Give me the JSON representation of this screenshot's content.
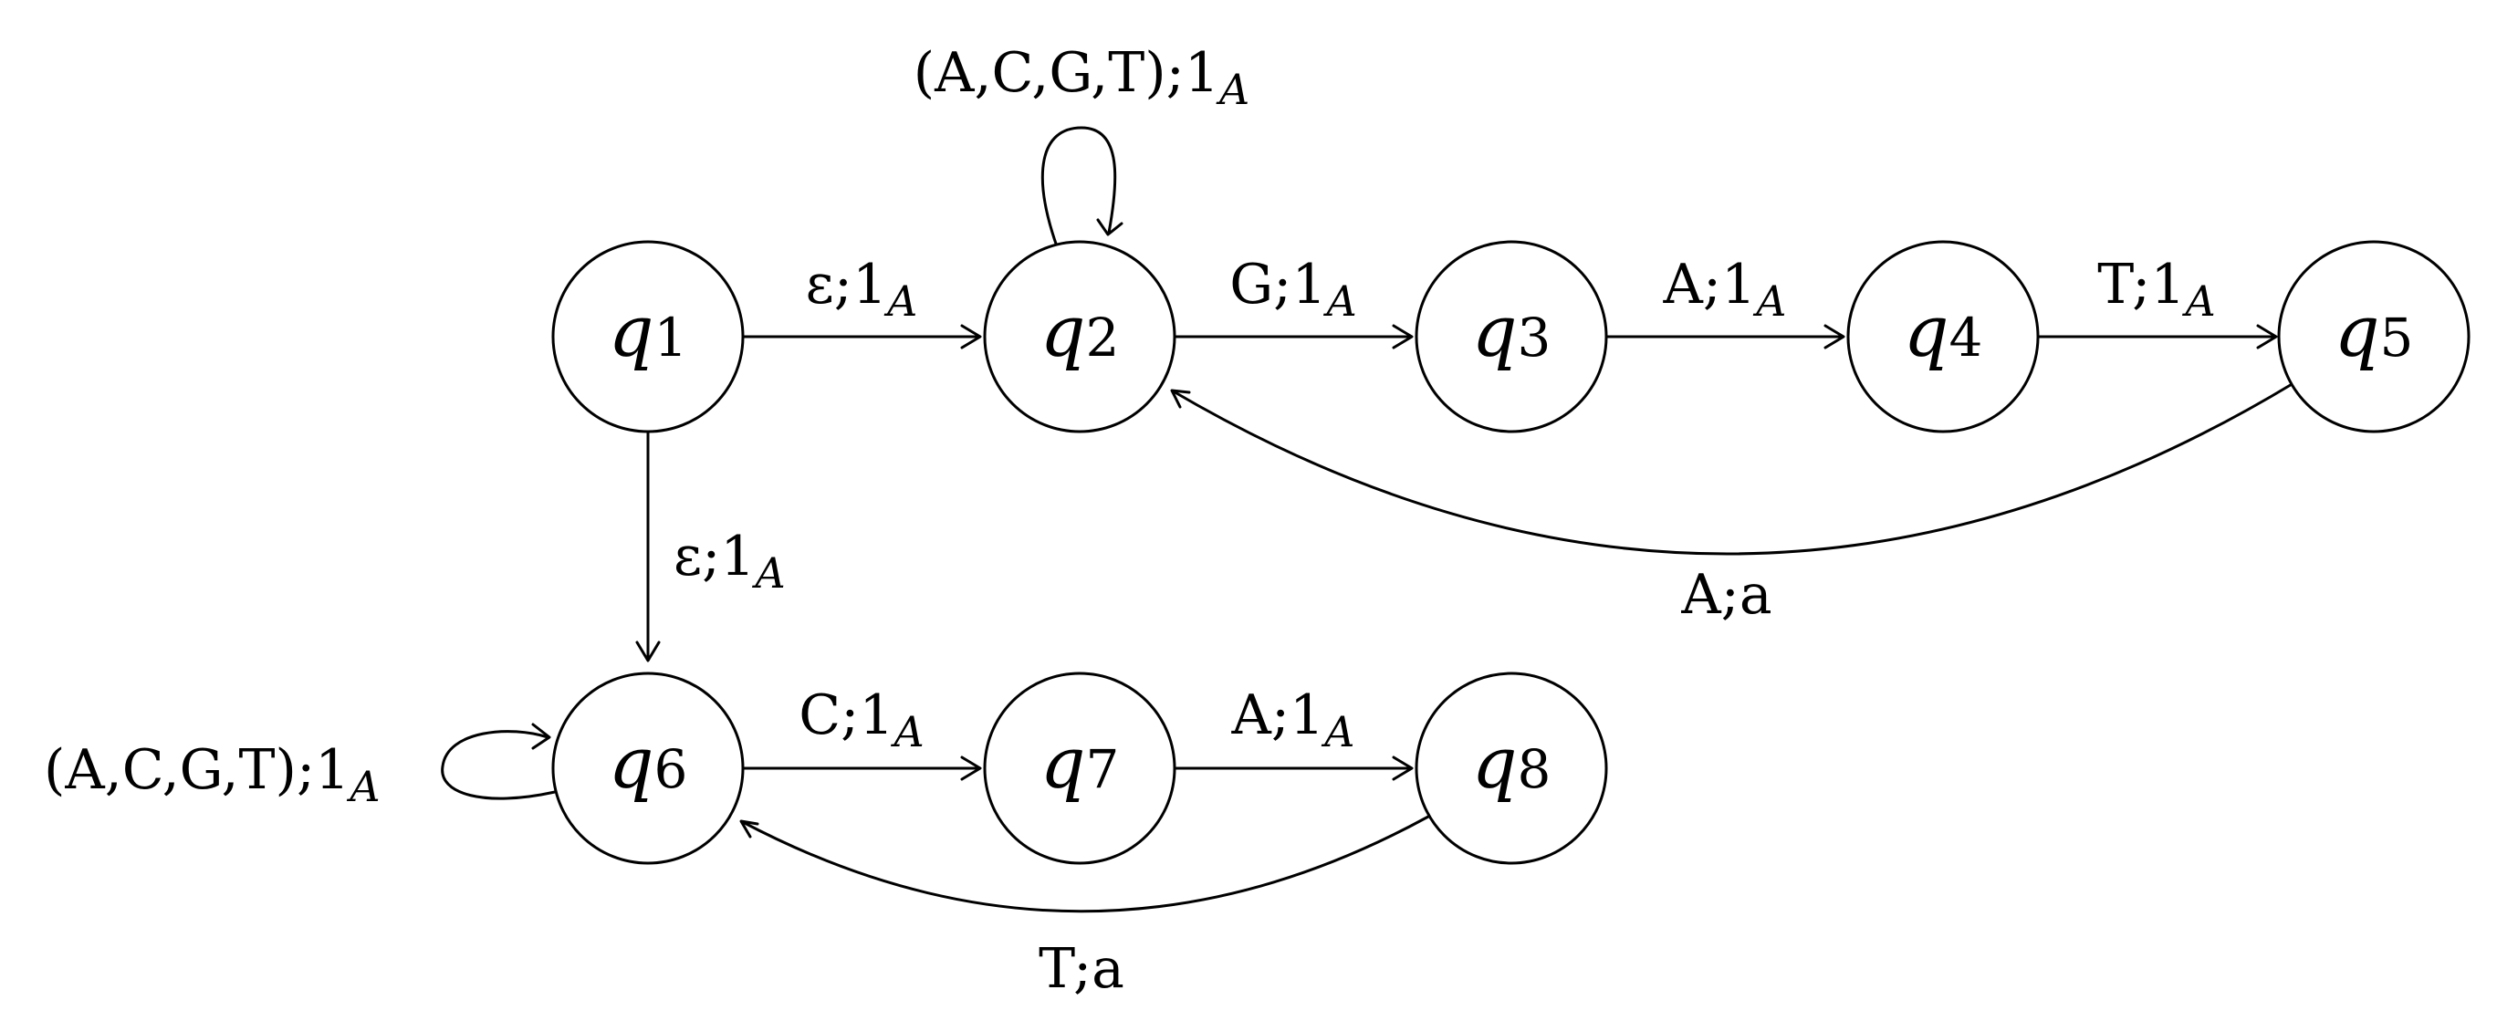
{
  "states": [
    {
      "id": "q1",
      "symbol": "q",
      "index": "1"
    },
    {
      "id": "q2",
      "symbol": "q",
      "index": "2"
    },
    {
      "id": "q3",
      "symbol": "q",
      "index": "3"
    },
    {
      "id": "q4",
      "symbol": "q",
      "index": "4"
    },
    {
      "id": "q5",
      "symbol": "q",
      "index": "5"
    },
    {
      "id": "q6",
      "symbol": "q",
      "index": "6"
    },
    {
      "id": "q7",
      "symbol": "q",
      "index": "7"
    },
    {
      "id": "q8",
      "symbol": "q",
      "index": "8"
    }
  ],
  "transitions": [
    {
      "id": "q2-loop",
      "from": "q2",
      "to": "q2",
      "label": "(A,C,G,T);1",
      "sub": "A"
    },
    {
      "id": "q1-q2",
      "from": "q1",
      "to": "q2",
      "label": "ε;1",
      "sub": "A"
    },
    {
      "id": "q2-q3",
      "from": "q2",
      "to": "q3",
      "label": "G;1",
      "sub": "A"
    },
    {
      "id": "q3-q4",
      "from": "q3",
      "to": "q4",
      "label": "A;1",
      "sub": "A"
    },
    {
      "id": "q4-q5",
      "from": "q4",
      "to": "q5",
      "label": "T;1",
      "sub": "A"
    },
    {
      "id": "q5-q2",
      "from": "q5",
      "to": "q2",
      "label": "A;a",
      "sub": ""
    },
    {
      "id": "q1-q6",
      "from": "q1",
      "to": "q6",
      "label": "ε;1",
      "sub": "A"
    },
    {
      "id": "q6-loop",
      "from": "q6",
      "to": "q6",
      "label": "(A,C,G,T);1",
      "sub": "A"
    },
    {
      "id": "q6-q7",
      "from": "q6",
      "to": "q7",
      "label": "C;1",
      "sub": "A"
    },
    {
      "id": "q7-q8",
      "from": "q7",
      "to": "q8",
      "label": "A;1",
      "sub": "A"
    },
    {
      "id": "q8-q6",
      "from": "q8",
      "to": "q6",
      "label": "T;a",
      "sub": ""
    }
  ]
}
